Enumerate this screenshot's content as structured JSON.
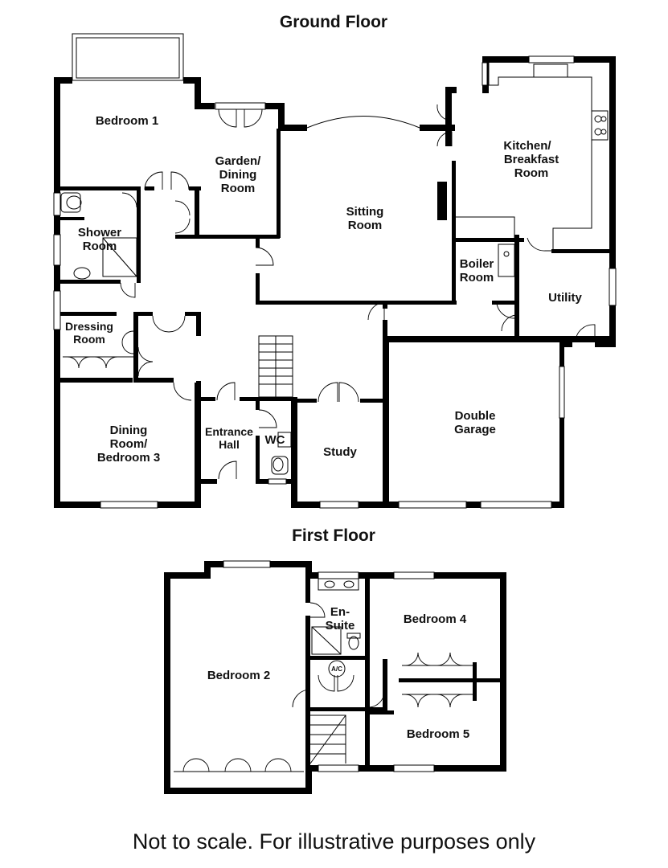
{
  "ground_floor": {
    "title": "Ground Floor",
    "rooms": {
      "bedroom1": "Bedroom 1",
      "garden_dining_1": "Garden/",
      "garden_dining_2": "Dining",
      "garden_dining_3": "Room",
      "sitting_1": "Sitting",
      "sitting_2": "Room",
      "kitchen_1": "Kitchen/",
      "kitchen_2": "Breakfast",
      "kitchen_3": "Room",
      "shower_1": "Shower",
      "shower_2": "Room",
      "boiler_1": "Boiler",
      "boiler_2": "Room",
      "utility": "Utility",
      "dressing_1": "Dressing",
      "dressing_2": "Room",
      "dining_1": "Dining",
      "dining_2": "Room/",
      "dining_3": "Bedroom 3",
      "entrance_1": "Entrance",
      "entrance_2": "Hall",
      "wc": "WC",
      "study": "Study",
      "garage_1": "Double",
      "garage_2": "Garage"
    }
  },
  "first_floor": {
    "title": "First Floor",
    "rooms": {
      "bedroom2": "Bedroom 2",
      "ensuite_1": "En-",
      "ensuite_2": "Suite",
      "bedroom4": "Bedroom 4",
      "bedroom5": "Bedroom 5",
      "ac": "A/C"
    }
  },
  "footer": "Not to scale. For illustrative purposes only"
}
